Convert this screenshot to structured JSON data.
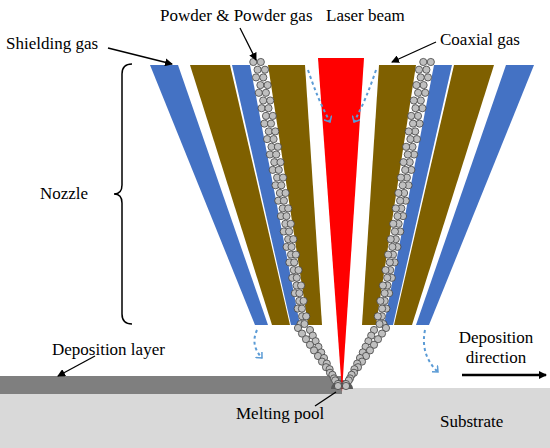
{
  "diagram": {
    "nodes": [
      {
        "text": [
          "Substrate"
        ]
      }
    ],
    "labels": [
      "Shielding gas",
      "Powder & Powder gas",
      "Laser beam",
      "Coaxial gas",
      "Nozzle",
      "Deposition layer",
      "Deposition direction",
      "Melting pool"
    ]
  }
}
